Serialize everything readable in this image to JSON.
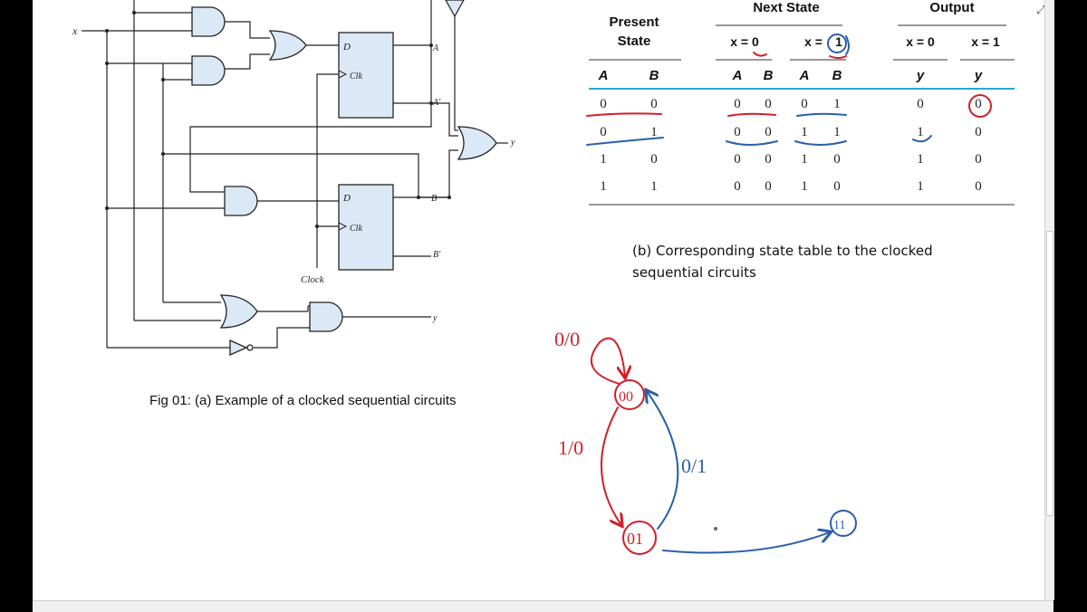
{
  "circuit": {
    "input_x": "x",
    "clock_label": "Clock",
    "ff_a": {
      "d": "D",
      "clk": "Clk",
      "q": "A",
      "qn": "A'"
    },
    "ff_b": {
      "d": "D",
      "clk": "Clk",
      "q": "B",
      "qn": "B'"
    },
    "output_y_or": "y",
    "output_y_and": "y",
    "caption": "Fig 01: (a) Example of a clocked sequential circuits"
  },
  "state_table": {
    "group_headers": {
      "present": [
        "Present",
        "State"
      ],
      "next": "Next State",
      "output": "Output"
    },
    "sub_headers": {
      "x0": "x = 0",
      "x1_prefix": "x =",
      "x1_value": "1",
      "out_x0": "x = 0",
      "out_x1": "x = 1"
    },
    "columns": [
      "A",
      "B",
      "A",
      "B",
      "A",
      "B",
      "y",
      "y"
    ],
    "rows": [
      [
        "0",
        "0",
        "0",
        "0",
        "0",
        "1",
        "0",
        "0"
      ],
      [
        "0",
        "1",
        "0",
        "0",
        "1",
        "1",
        "1",
        "0"
      ],
      [
        "1",
        "0",
        "0",
        "0",
        "1",
        "0",
        "1",
        "0"
      ],
      [
        "1",
        "1",
        "0",
        "0",
        "1",
        "0",
        "1",
        "0"
      ]
    ],
    "caption": [
      "(b) Corresponding state table to the clocked",
      "sequential circuits"
    ]
  },
  "state_diagram": {
    "states": [
      "00",
      "01",
      "11"
    ],
    "transitions": [
      "0/0",
      "1/0",
      "0/1"
    ],
    "colors": {
      "red": "#d0202a",
      "blue": "#2a5fa8"
    }
  },
  "colors": {
    "gate_fill": "#dbe8f5",
    "table_rule": "#2aa7d8"
  }
}
